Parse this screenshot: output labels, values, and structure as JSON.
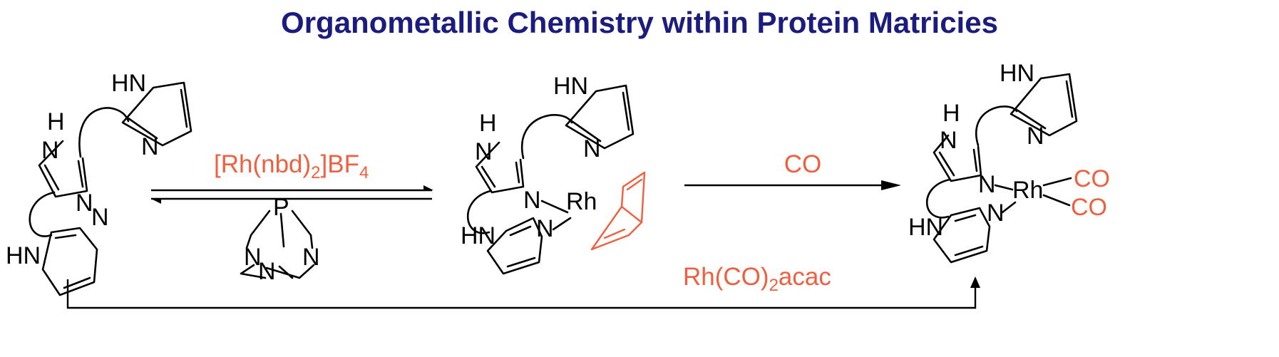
{
  "title": "Organometallic Chemistry within Protein Matricies",
  "atoms": {
    "HN": "HN",
    "NH_upper": "H",
    "NH_upper_n": "N",
    "N": "N",
    "Rh": "Rh",
    "P": "P"
  },
  "reagents": {
    "step1_prefix": "[Rh(nbd)",
    "step1_sub1": "2",
    "step1_mid": "]BF",
    "step1_sub2": "4",
    "step2": "CO",
    "step3_prefix": "Rh(CO)",
    "step3_sub": "2",
    "step3_suffix": "acac"
  },
  "ligands": {
    "co1": "CO",
    "co2": "CO"
  },
  "colors": {
    "title": "#1c1c7e",
    "reagent": "#ee6040",
    "structure": "#000000"
  }
}
